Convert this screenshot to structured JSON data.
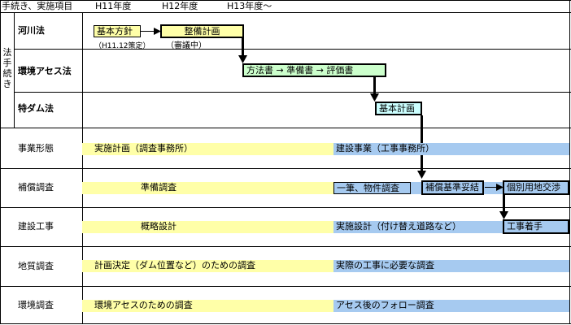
{
  "header": {
    "corner": "手続き、実施項目",
    "years": [
      "H11年度",
      "H12年度",
      "H13年度～"
    ]
  },
  "legal": {
    "group_label": "法手続き",
    "rows": [
      "河川法",
      "環境アセス法",
      "特ダム法"
    ],
    "boxes": {
      "kihon_houshin": "基本方針",
      "kihon_houshin_note": "（H11.12策定）",
      "seibi_keikaku": "整備計画",
      "seibi_keikaku_note": "（審議中）",
      "assessment_flow": "方法書 → 準備書 → 評価書",
      "kihon_keikaku": "基本計画"
    }
  },
  "sections": [
    {
      "label": "事業形態",
      "phase1": "実施計画（調査事務所）",
      "phase2": "建設事業（工事事務所）"
    },
    {
      "label": "補償調査",
      "phase1": "準備調査",
      "phase2": "一筆、物件調査",
      "box1": "補償基準妥結",
      "box2": "個別用地交渉"
    },
    {
      "label": "建設工事",
      "phase1": "概略設計",
      "phase2": "実施設計（付け替え道路など）",
      "box1": "工事着手"
    },
    {
      "label": "地質調査",
      "phase1": "計画決定（ダム位置など）のための調査",
      "phase2": "実際の工事に必要な調査"
    },
    {
      "label": "環境調査",
      "phase1": "環境アセスのための調査",
      "phase2": "アセス後のフォロー調査"
    }
  ],
  "colors": {
    "yellow": "#ffffa8",
    "green": "#ccffcc",
    "cyan": "#ccffff",
    "blue": "#a6caf0",
    "grid": "#000000",
    "arrow": "#000000"
  }
}
